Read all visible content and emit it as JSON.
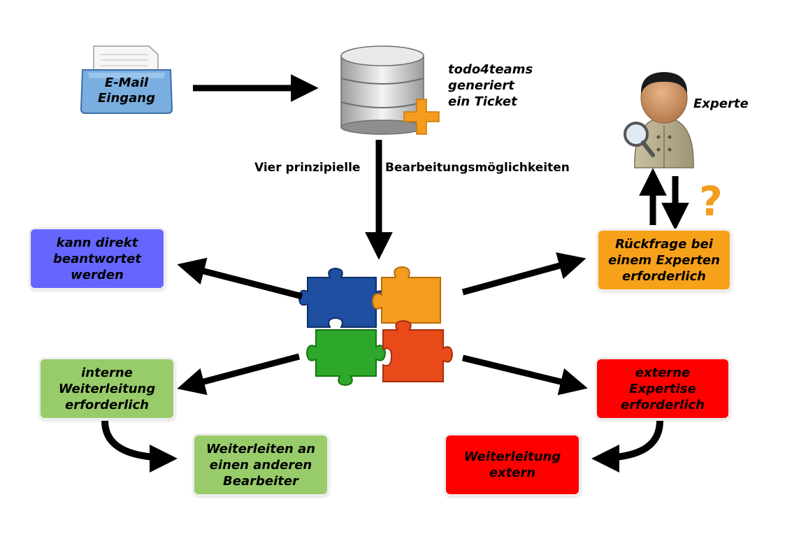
{
  "email": {
    "label": "E-Mail\nEingang",
    "color": "#7aaee0"
  },
  "database": {
    "caption": "todo4teams\ngeneriert\nein Ticket",
    "plus_color": "#f39c1e"
  },
  "flow_label": {
    "left": "Vier prinzipielle",
    "right": "Bearbeitungsmöglichkeiten"
  },
  "expert": {
    "label": "Experte",
    "question_mark": "?",
    "question_color": "#f39c1e"
  },
  "options": [
    {
      "id": "direct",
      "label": "kann direkt\nbeantwortet\nwerden",
      "color": "#6666ff"
    },
    {
      "id": "expert-query",
      "label": "Rückfrage bei\neinem Experten\nerforderlich",
      "color": "#f7a11a"
    },
    {
      "id": "internal",
      "label": "interne\nWeiterleitung\nerforderlich",
      "color": "#98cc6a"
    },
    {
      "id": "external",
      "label": "externe\nExpertise\nerforderlich",
      "color": "#ff0000"
    }
  ],
  "results": [
    {
      "id": "forward-internal",
      "label": "Weiterleiten an\neinen anderen\nBearbeiter",
      "color": "#98cc6a"
    },
    {
      "id": "forward-external",
      "label": "Weiterleitung\nextern",
      "color": "#ff0000"
    }
  ],
  "puzzle_colors": [
    "#1e4fa0",
    "#f39c1e",
    "#2ea82a",
    "#e84a1a"
  ]
}
